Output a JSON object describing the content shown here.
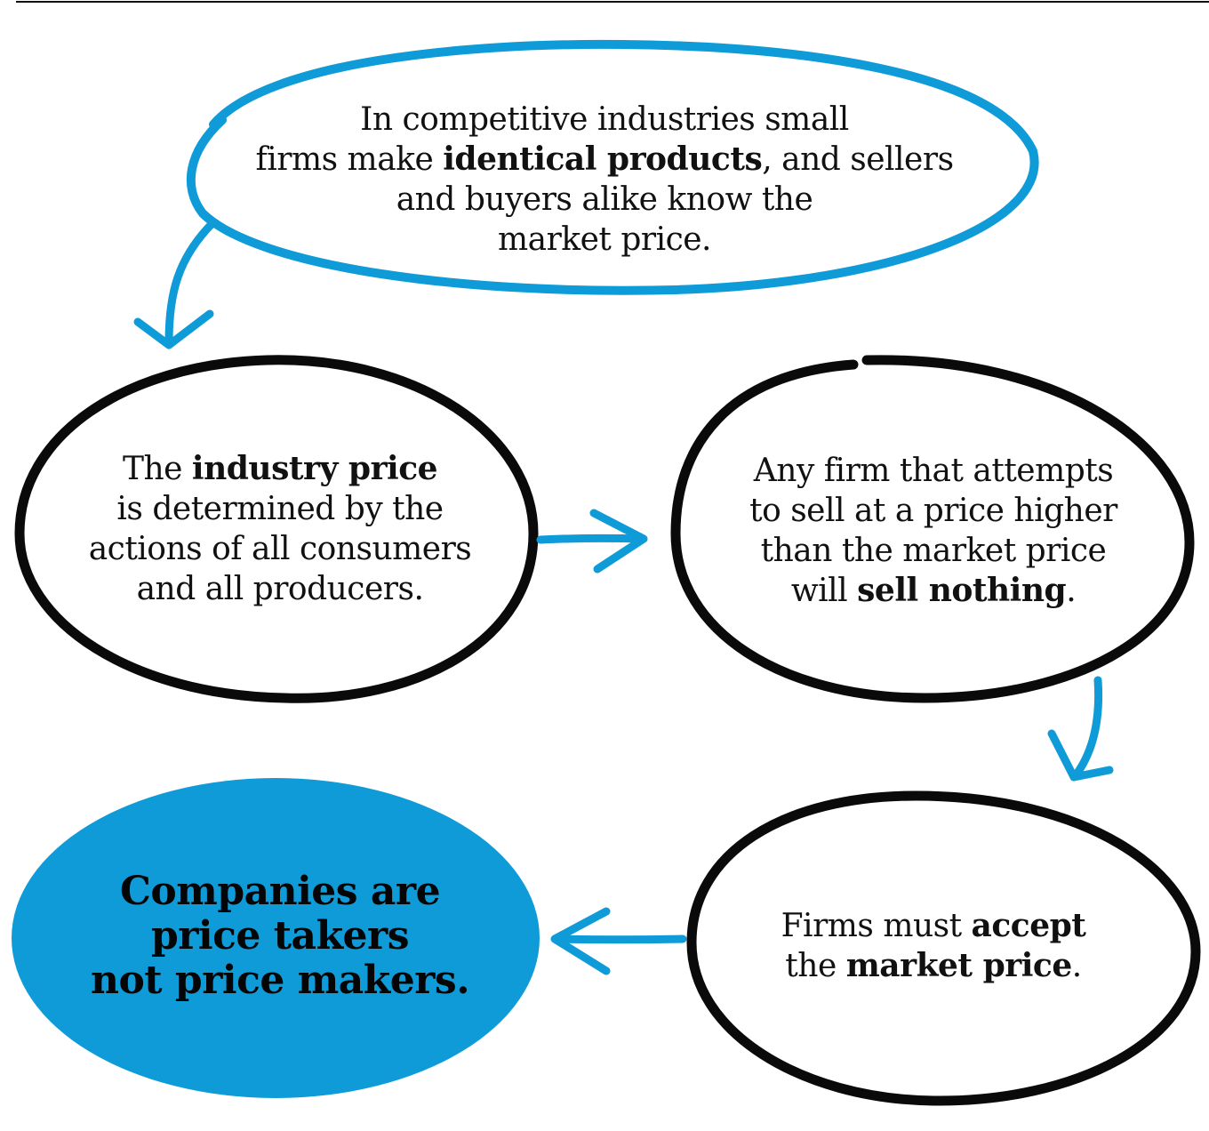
{
  "colors": {
    "accent_blue": "#0e9bd8",
    "outline_black": "#111111",
    "background": "#ffffff"
  },
  "nodes": {
    "top": {
      "line1": "In competitive industries small",
      "line2_pre": "firms make ",
      "line2_bold": "identical products",
      "line2_post": ", and sellers",
      "line3": "and buyers alike know the",
      "line4": "market price."
    },
    "left": {
      "line1_pre": "The ",
      "line1_bold": "industry price",
      "line2": "is determined by the",
      "line3": "actions of all consumers",
      "line4": "and all producers."
    },
    "right": {
      "line1": "Any firm that attempts",
      "line2": "to sell at a price higher",
      "line3": "than the market price",
      "line4_pre": "will ",
      "line4_bold": "sell nothing",
      "line4_post": "."
    },
    "bottom_right": {
      "line1_pre": "Firms must ",
      "line1_bold": "accept",
      "line2_pre": "the ",
      "line2_bold": "market price",
      "line2_post": "."
    },
    "conclusion": {
      "line1": "Companies are",
      "line2": "price takers",
      "line3": "not price makers."
    }
  }
}
